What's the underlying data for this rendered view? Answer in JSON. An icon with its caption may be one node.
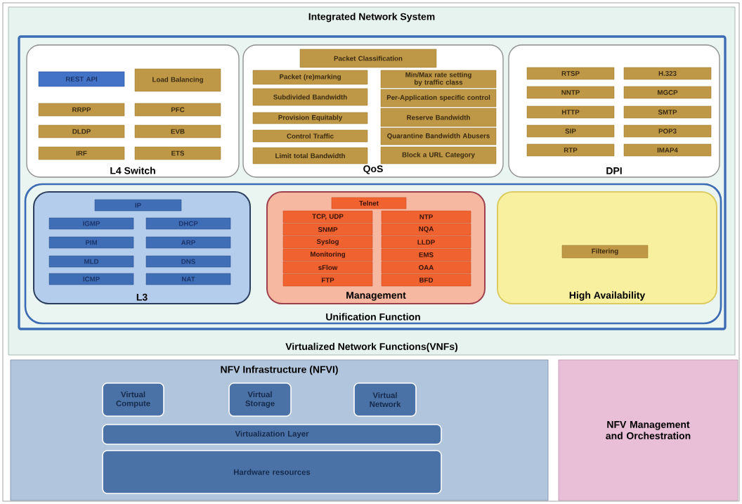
{
  "diagram": {
    "nodes": [
      {
        "text": [
          "Integrated Network System",
          "Virtualized Network Functions(VNFs)"
        ]
      },
      {
        "text": [],
        "shape": "box",
        "in": 0
      },
      {
        "text": [
          "L4 Switch"
        ],
        "in": 1
      },
      {
        "text": [
          "REST API"
        ],
        "in": 2
      },
      {
        "text": [
          "Load Balancing"
        ],
        "in": 2
      },
      {
        "text": [
          "RRPP"
        ],
        "in": 2
      },
      {
        "text": [
          "PFC"
        ],
        "in": 2
      },
      {
        "text": [
          "DLDP"
        ],
        "in": 2
      },
      {
        "text": [
          "EVB"
        ],
        "in": 2
      },
      {
        "text": [
          "IRF"
        ],
        "in": 2
      },
      {
        "text": [
          "ETS"
        ],
        "in": 2
      },
      {
        "text": [
          "QoS"
        ],
        "in": 1
      },
      {
        "text": [
          "Packet Classification"
        ],
        "in": 11
      },
      {
        "text": [
          "Packet (re)marking"
        ],
        "in": 11
      },
      {
        "text": [
          "Min/Max rate setting by traffic class"
        ],
        "in": 11
      },
      {
        "text": [
          "Subdivided Bandwidth"
        ],
        "in": 11
      },
      {
        "text": [
          "Per-Application specific control"
        ],
        "in": 11
      },
      {
        "text": [
          "Provision Equitably"
        ],
        "in": 11
      },
      {
        "text": [
          "Reserve Bandwidth"
        ],
        "in": 11
      },
      {
        "text": [
          "Control Traffic"
        ],
        "in": 11
      },
      {
        "text": [
          "Quarantine Bandwidth Abusers"
        ],
        "in": 11
      },
      {
        "text": [
          "Limit total Bandwidth"
        ],
        "in": 11
      },
      {
        "text": [
          "Block a URL Category"
        ],
        "in": 11
      },
      {
        "text": [
          "DPI"
        ],
        "in": 1
      },
      {
        "text": [
          "RTSP"
        ],
        "in": 23
      },
      {
        "text": [
          "H.323"
        ],
        "in": 23
      },
      {
        "text": [
          "NNTP"
        ],
        "in": 23
      },
      {
        "text": [
          "MGCP"
        ],
        "in": 23
      },
      {
        "text": [
          "HTTP"
        ],
        "in": 23
      },
      {
        "text": [
          "SMTP"
        ],
        "in": 23
      },
      {
        "text": [
          "SIP"
        ],
        "in": 23
      },
      {
        "text": [
          "POP3"
        ],
        "in": 23
      },
      {
        "text": [
          "RTP"
        ],
        "in": 23
      },
      {
        "text": [
          "IMAP4"
        ],
        "in": 23
      },
      {
        "text": [
          "Unification Function"
        ],
        "in": 1
      },
      {
        "text": [
          "L3"
        ],
        "in": 34
      },
      {
        "text": [
          "IP"
        ],
        "in": 35
      },
      {
        "text": [
          "IGMP"
        ],
        "in": 35
      },
      {
        "text": [
          "DHCP"
        ],
        "in": 35
      },
      {
        "text": [
          "PIM"
        ],
        "in": 35
      },
      {
        "text": [
          "ARP"
        ],
        "in": 35
      },
      {
        "text": [
          "MLD"
        ],
        "in": 35
      },
      {
        "text": [
          "DNS"
        ],
        "in": 35
      },
      {
        "text": [
          "ICMP"
        ],
        "in": 35
      },
      {
        "text": [
          "NAT"
        ],
        "in": 35
      },
      {
        "text": [
          "Management"
        ],
        "in": 34
      },
      {
        "text": [
          "Telnet"
        ],
        "in": 45
      },
      {
        "text": [
          "TCP, UDP"
        ],
        "in": 45
      },
      {
        "text": [
          "NTP"
        ],
        "in": 45
      },
      {
        "text": [
          "SNMP"
        ],
        "in": 45
      },
      {
        "text": [
          "NQA"
        ],
        "in": 45
      },
      {
        "text": [
          "Syslog"
        ],
        "in": 45
      },
      {
        "text": [
          "LLDP"
        ],
        "in": 45
      },
      {
        "text": [
          "Monitoring"
        ],
        "in": 45
      },
      {
        "text": [
          "EMS"
        ],
        "in": 45
      },
      {
        "text": [
          "sFlow"
        ],
        "in": 45
      },
      {
        "text": [
          "OAA"
        ],
        "in": 45
      },
      {
        "text": [
          "FTP"
        ],
        "in": 45
      },
      {
        "text": [
          "BFD"
        ],
        "in": 45
      },
      {
        "text": [
          "High Availability"
        ],
        "in": 34
      },
      {
        "text": [
          "Filtering"
        ],
        "in": 59
      },
      {
        "text": [
          "NFV Infrastructure (NFVI)"
        ]
      },
      {
        "text": [
          "Virtual Compute"
        ],
        "in": 61
      },
      {
        "text": [
          "Virtual Storage"
        ],
        "in": 61
      },
      {
        "text": [
          "Virtual Network"
        ],
        "in": 61
      },
      {
        "text": [
          "Virtualization Layer"
        ],
        "in": 61
      },
      {
        "text": [
          "Hardware resources"
        ],
        "in": 61
      },
      {
        "text": [
          "NFV Management and Orchestration"
        ]
      }
    ],
    "edges": []
  }
}
